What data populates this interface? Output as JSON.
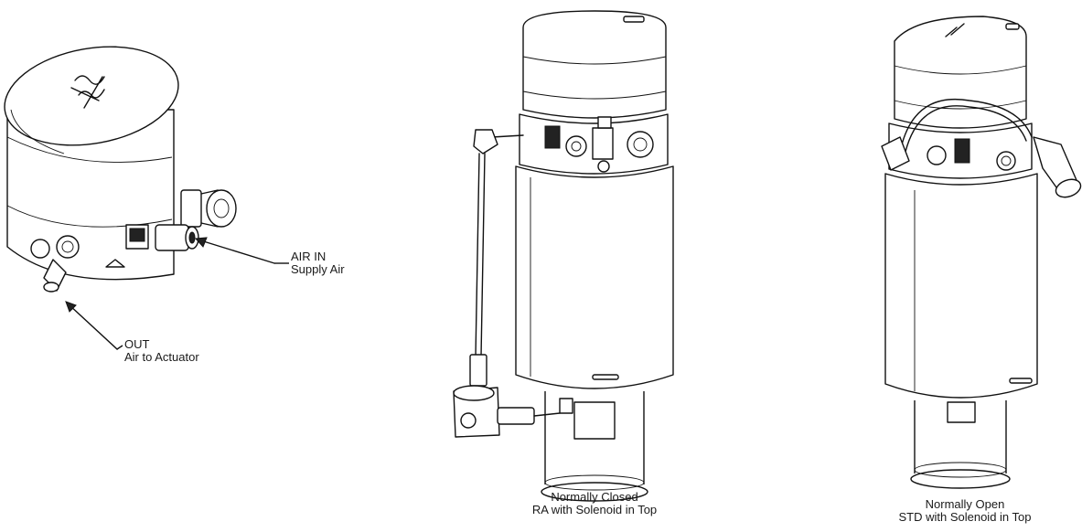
{
  "labels": {
    "air_in_title": "AIR IN",
    "air_in_sub": "Supply Air",
    "out_title": "OUT",
    "out_sub": "Air to Actuator",
    "nc_title": "Normally Closed",
    "nc_sub": "RA with Solenoid in Top",
    "no_title": "Normally Open",
    "no_sub": "STD with Solenoid in Top"
  }
}
